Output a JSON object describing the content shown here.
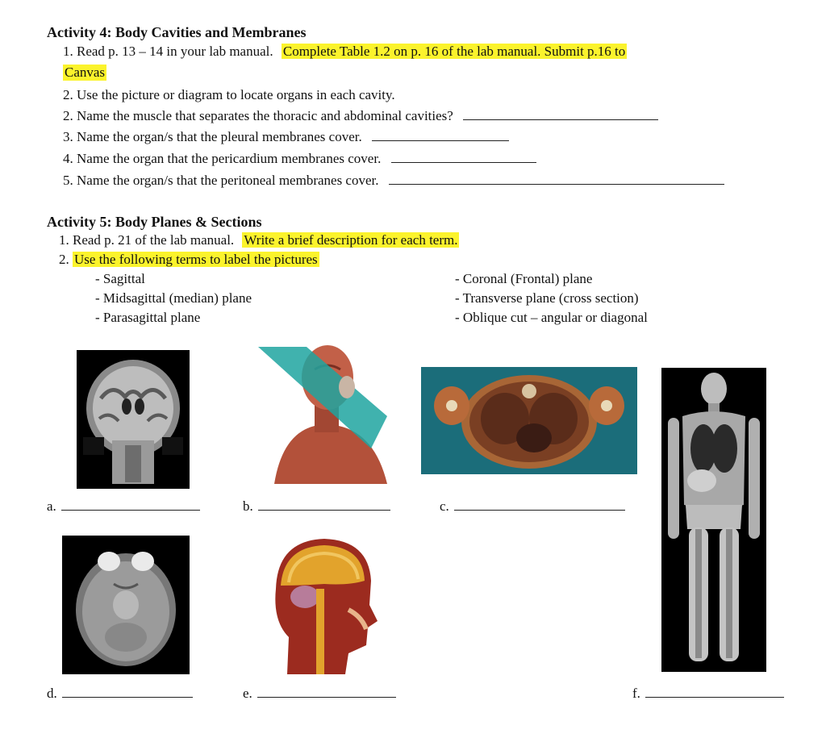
{
  "activity4": {
    "title": "Activity 4: Body Cavities and Membranes",
    "item1_num": "1.",
    "item1_plain": "Read p. 13 – 14 in your lab manual.",
    "item1_highlight_a": "Complete Table 1.2 on p. 16 of the lab manual. Submit p.16 to",
    "item1_highlight_b": "Canvas",
    "item2a": "2. Use the picture or diagram to locate organs in each cavity.",
    "item2b": "2. Name the muscle that separates the thoracic and abdominal cavities?",
    "item3": "3. Name the organ/s that the pleural membranes cover.",
    "item4": "4. Name the organ that the pericardium membranes cover.",
    "item5": "5. Name the organ/s that the peritoneal membranes cover."
  },
  "activity5": {
    "title": "Activity 5: Body Planes & Sections",
    "item1_num": "1.",
    "item1_plain": "Read p. 21 of the lab manual.",
    "item1_highlight": "Write a brief description for each term.",
    "item2_num": "2.",
    "item2_highlight": "Use the following terms to label the pictures",
    "terms_left": [
      "- Sagittal",
      "- Midsagittal (median) plane",
      "- Parasagittal plane"
    ],
    "terms_right": [
      "- Coronal (Frontal) plane",
      "- Transverse plane (cross section)",
      "- Oblique cut – angular or diagonal"
    ]
  },
  "images": {
    "a": "coronal-brain-mri",
    "b": "head-torso-oblique-plane",
    "c": "thorax-transverse-section",
    "d": "transverse-brain-mri",
    "e": "head-midsagittal-section",
    "f": "full-body-coronal-mri"
  },
  "labels": {
    "a": "a.",
    "b": "b.",
    "c": "c.",
    "d": "d.",
    "e": "e.",
    "f": "f."
  }
}
